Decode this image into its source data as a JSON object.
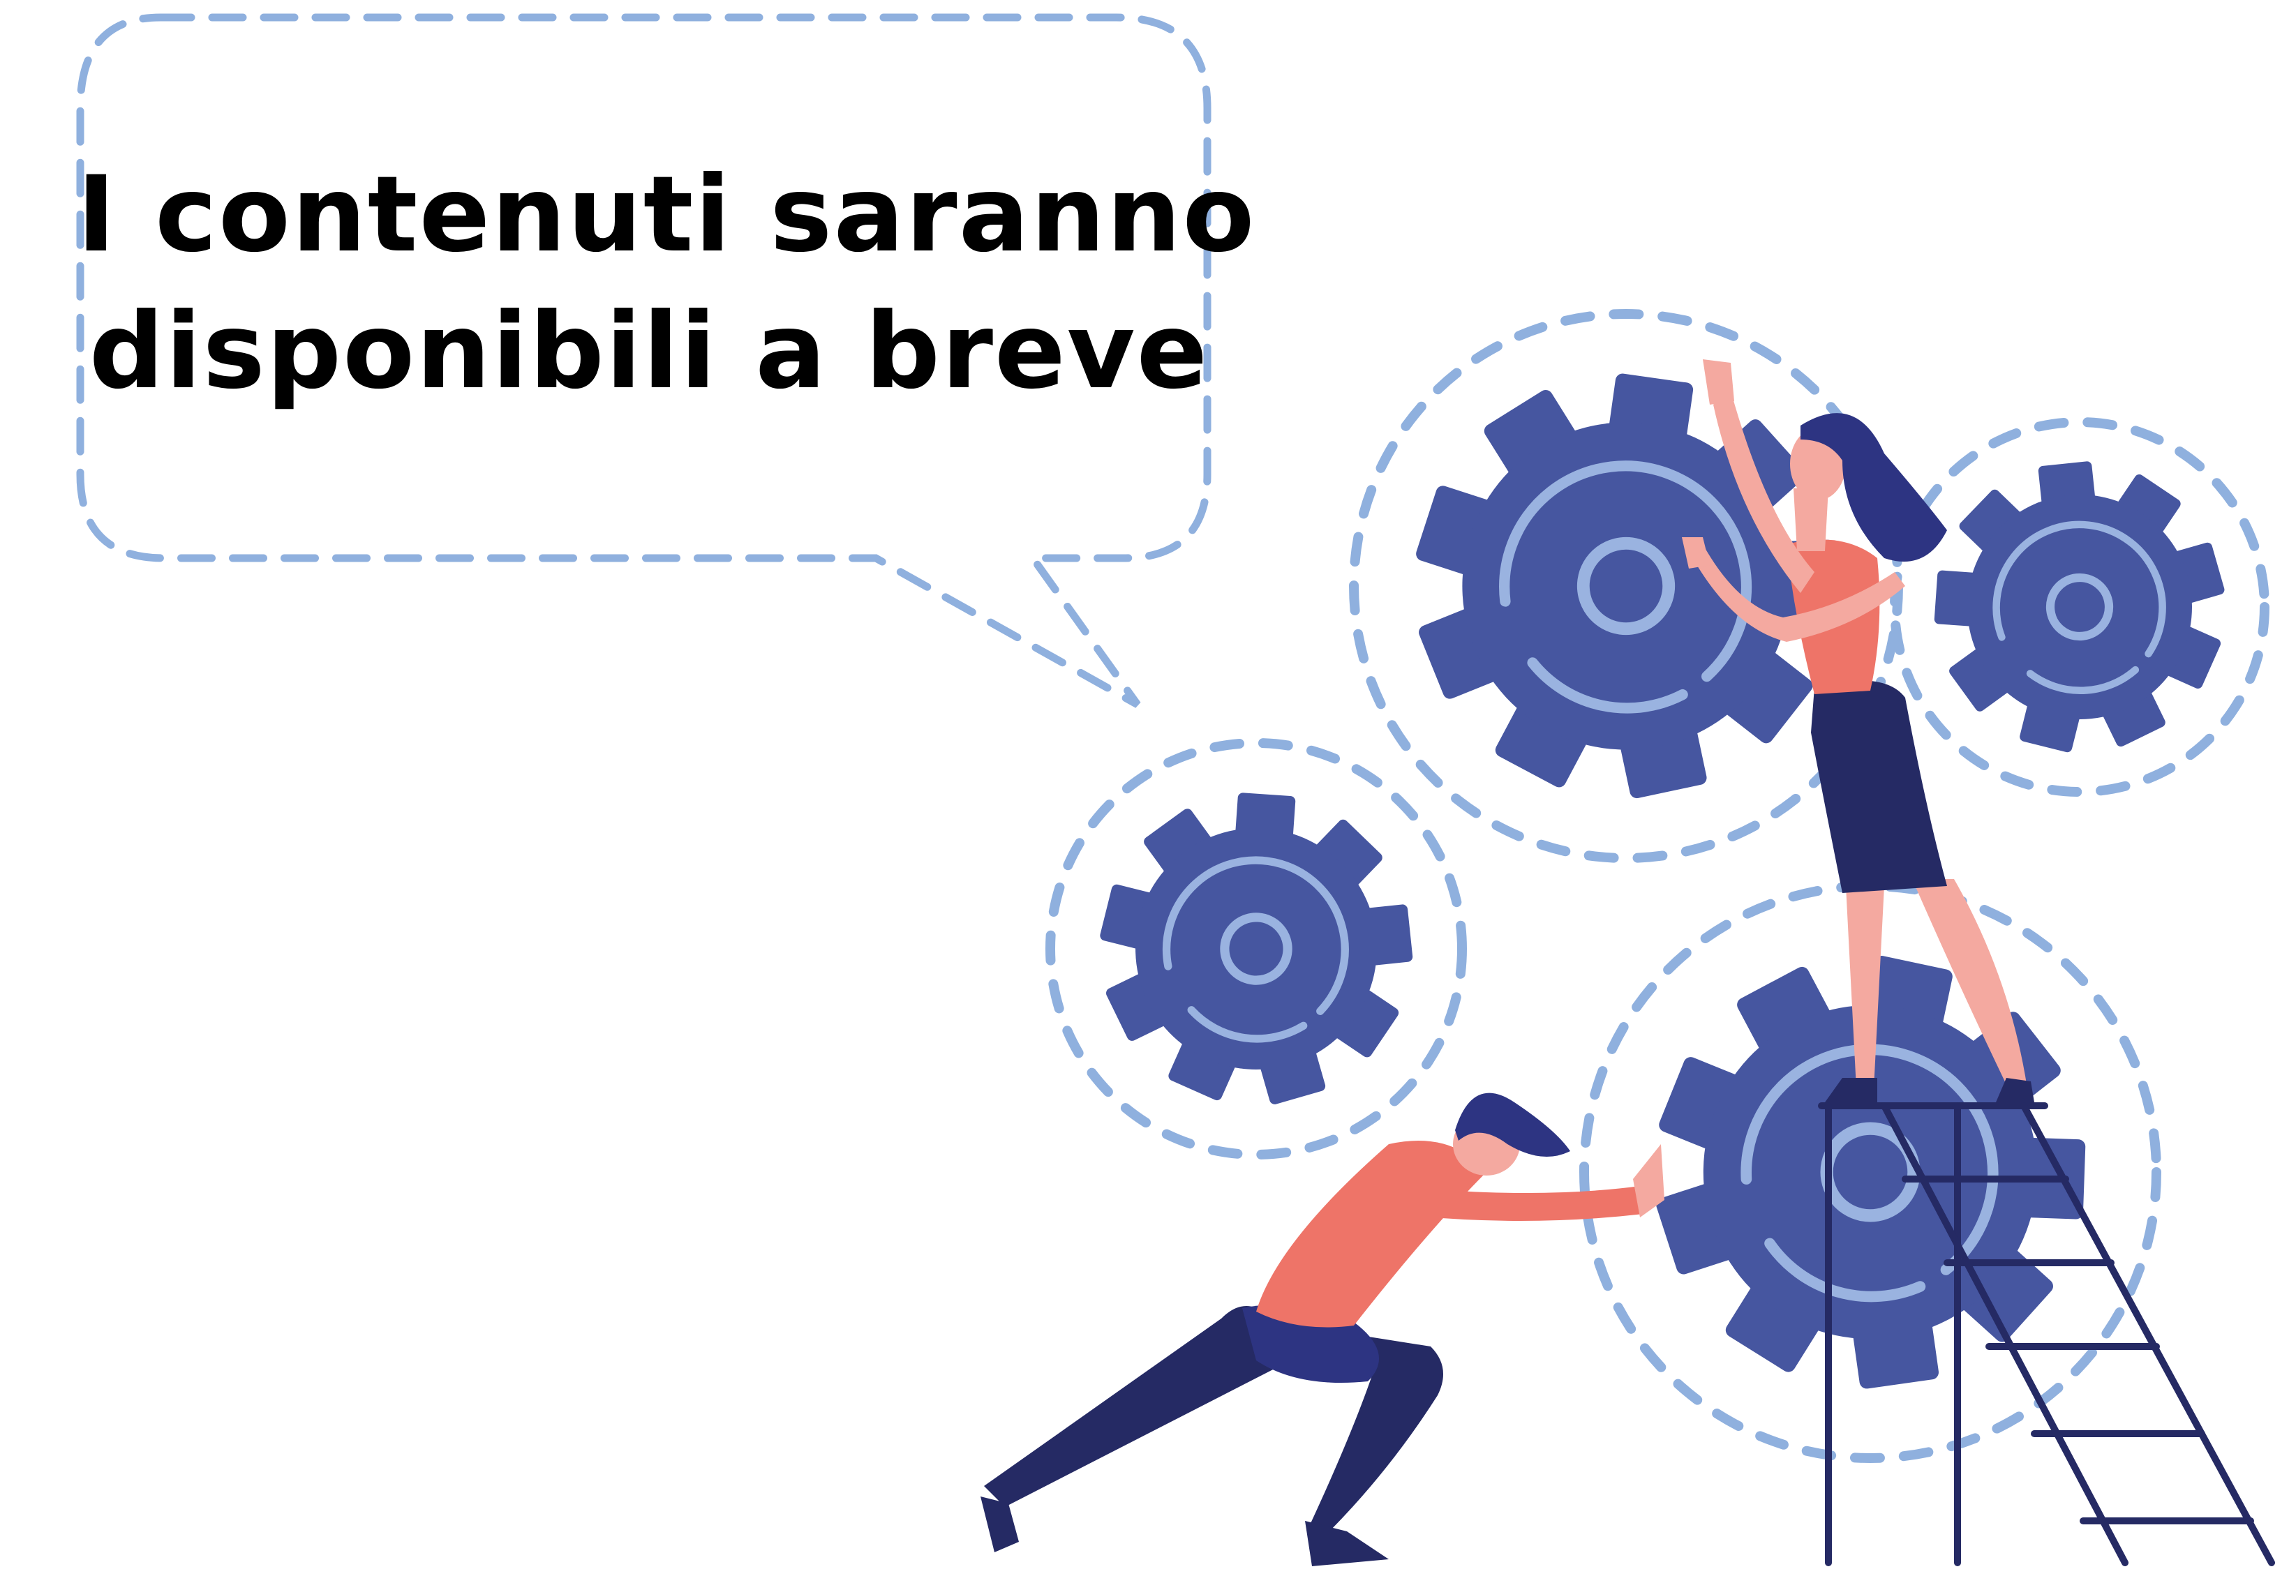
{
  "message": {
    "line1": "I contenuti saranno",
    "line2": "disponibili a breve"
  },
  "illustration": {
    "subject": "two people assembling gears",
    "icons": [
      "speech-bubble-icon",
      "gear-icon",
      "ladder-icon",
      "woman-figure",
      "man-figure"
    ]
  },
  "colors": {
    "gear": "#4656a0",
    "gear_ring": "#9ab3e0",
    "dashed": "#8fb0de",
    "shirt": "#ee7468",
    "skin": "#f4a9a0",
    "navy": "#252a64",
    "text": "#000000",
    "background": "#ffffff"
  }
}
